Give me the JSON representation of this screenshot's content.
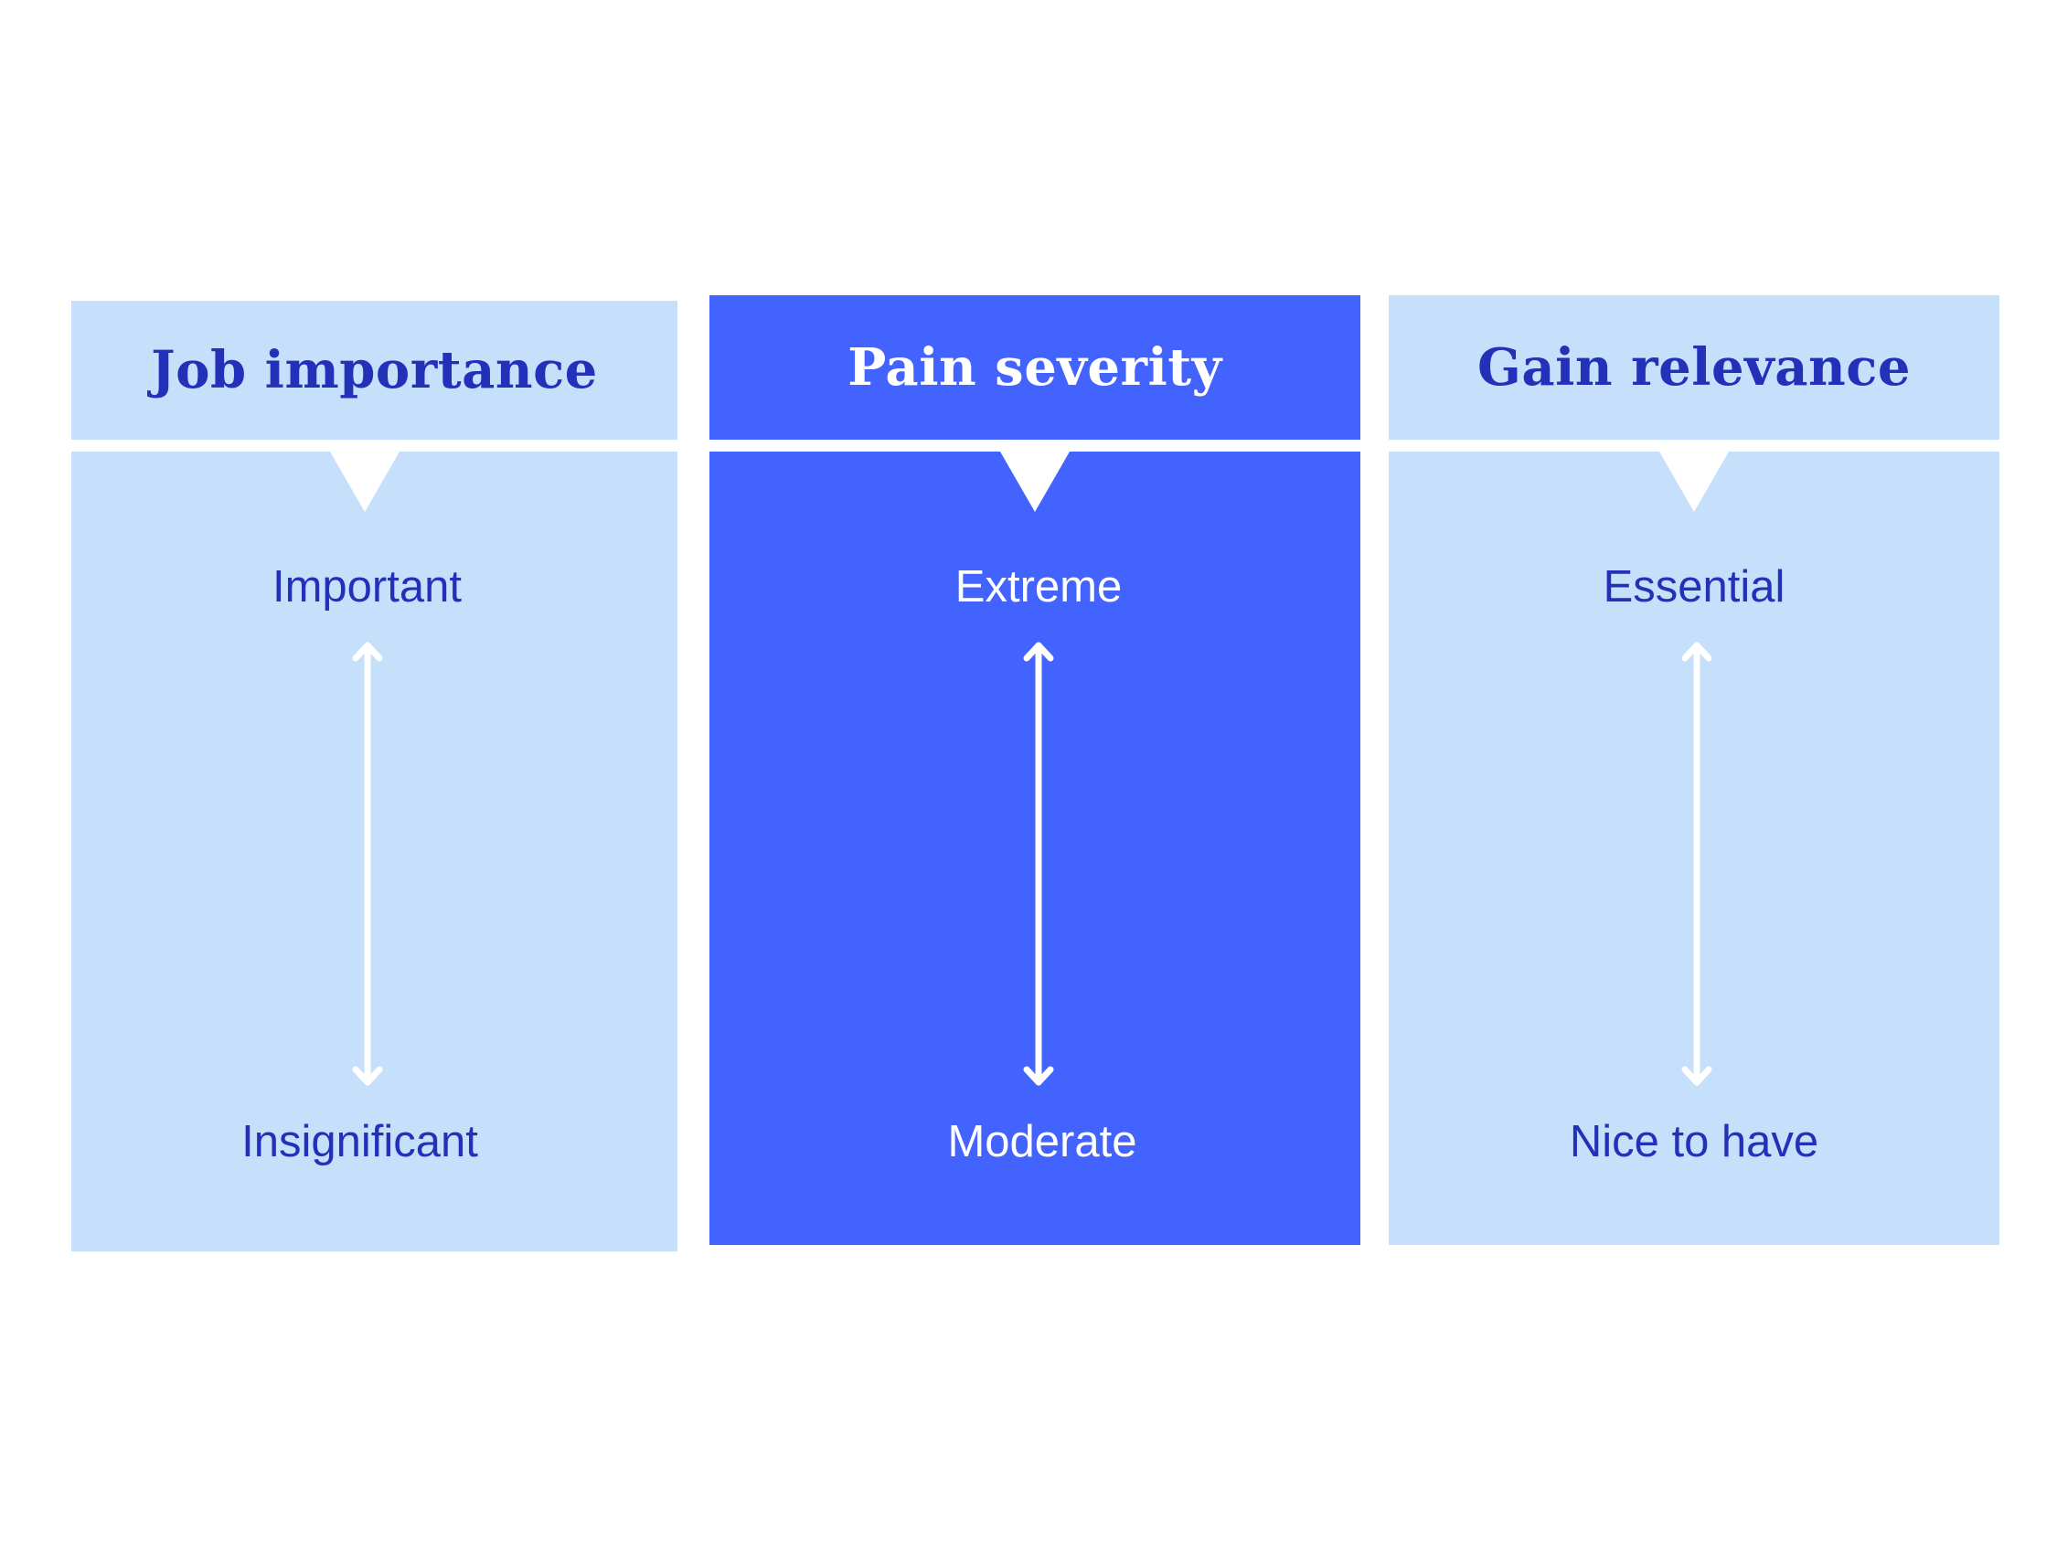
{
  "colors": {
    "light_fill": "#c6e0fb",
    "accent_fill": "#4363ff",
    "dark_text": "#2331b9",
    "white": "#ffffff"
  },
  "columns": [
    {
      "title": "Job importance",
      "top_label": "Important",
      "bottom_label": "Insignificant",
      "style": "light"
    },
    {
      "title": "Pain severity",
      "top_label": "Extreme",
      "bottom_label": "Moderate",
      "style": "accent"
    },
    {
      "title": "Gain relevance",
      "top_label": "Essential",
      "bottom_label": "Nice to have",
      "style": "light"
    }
  ],
  "arrow_icon": "double-headed-vertical-arrow-icon"
}
